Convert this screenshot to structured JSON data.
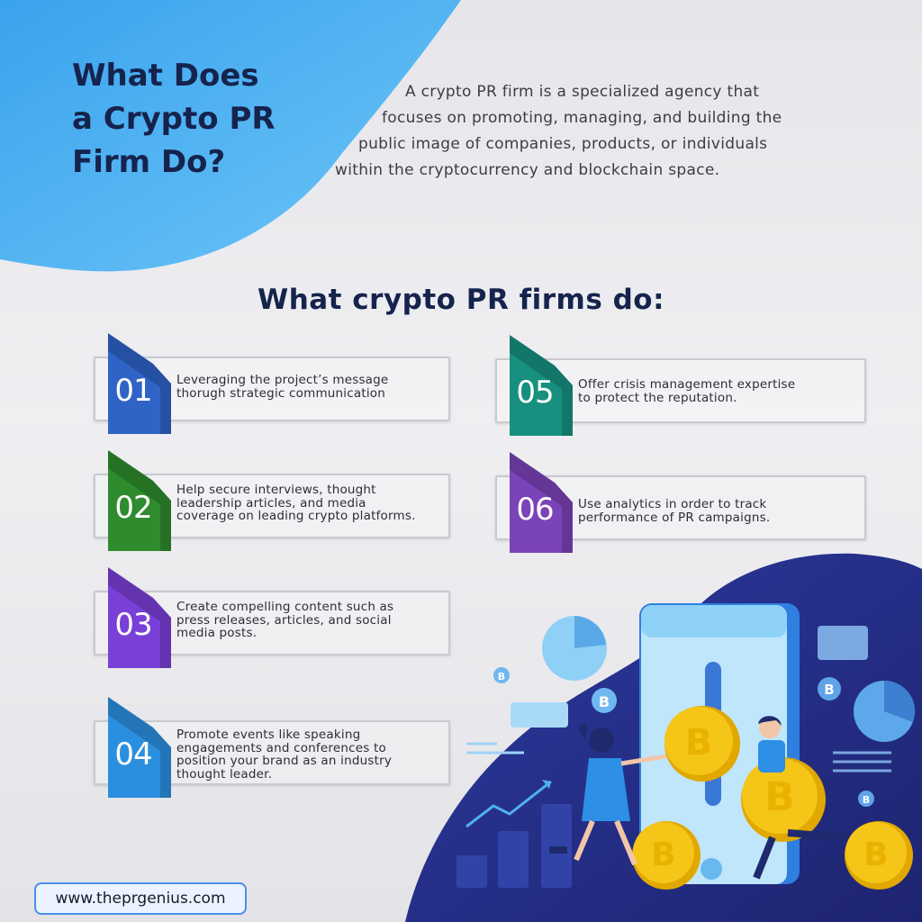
{
  "header": {
    "title_lines": [
      "What Does",
      "a Crypto PR",
      "Firm Do?"
    ],
    "intro_lines": [
      "A crypto PR firm is a specialized agency that",
      "focuses on promoting, managing, and building the",
      "public image of companies, products, or individuals",
      "within the cryptocurrency and blockchain space."
    ]
  },
  "section": {
    "heading": "What crypto PR firms do:"
  },
  "cards": [
    {
      "number": "01",
      "color": "#2f63c6",
      "lines": [
        "Leveraging the project’s message",
        "thorugh strategic communication"
      ]
    },
    {
      "number": "02",
      "color": "#2e8b2e",
      "lines": [
        "Help secure interviews, thought",
        "leadership articles, and media",
        "coverage on leading crypto platforms."
      ]
    },
    {
      "number": "03",
      "color": "#7a3fd6",
      "lines": [
        "Create compelling content such as",
        "press releases, articles, and social",
        "media posts."
      ]
    },
    {
      "number": "04",
      "color": "#2b8fe0",
      "lines": [
        "Promote events like speaking",
        "engagements and conferences to",
        "position your brand as an industry",
        "thought leader."
      ]
    },
    {
      "number": "05",
      "color": "#17907f",
      "lines": [
        "Offer crisis management expertise",
        "to protect the reputation."
      ]
    },
    {
      "number": "06",
      "color": "#7b43b8",
      "lines": [
        "Use analytics in order to track",
        "performance of PR campaigns."
      ]
    }
  ],
  "illustration": {
    "coin_symbol": "B",
    "icons": [
      "pie-chart-icon",
      "bitcoin-coin-icon",
      "smartphone-icon",
      "person-icon",
      "growth-line-icon",
      "bar-chart-icon"
    ]
  },
  "footer": {
    "url": "www.theprgenius.com"
  },
  "colors": {
    "title": "#15234d",
    "blob_light": "#4fb0f0",
    "blob_dark": "#262f8c",
    "coin": "#f5c518",
    "url_border": "#4a8ee8"
  }
}
